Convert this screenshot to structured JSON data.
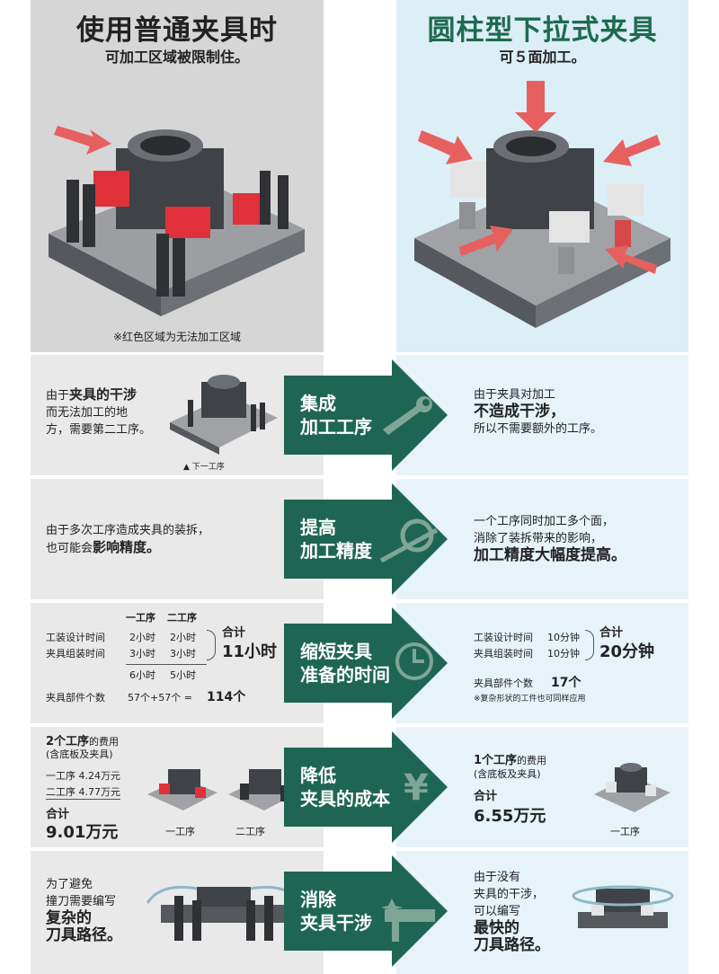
{
  "header": {
    "left_title": "使用普通夹具时",
    "left_subtitle": "可加工区域被限制住。",
    "right_title": "圆柱型下拉式夹具",
    "right_subtitle": "可５面加工。",
    "note": "※红色区域为无法加工区域"
  },
  "rows": [
    {
      "left": {
        "l1a": "由于",
        "l1b": "夹具的干涉",
        "l2": "而无法加工的地",
        "l3": "方，需要第二工序。",
        "caption": "▲ 下一工序"
      },
      "arrow": {
        "line1": "集成",
        "line2": "加工工序"
      },
      "right": {
        "l1": "由于夹具对加工",
        "l2": "不造成干涉，",
        "l3": "所以不需要额外的工序。"
      }
    },
    {
      "left": {
        "l1": "由于多次工序造成夹具的装拆，",
        "l2a": "也可能会",
        "l2b": "影响精度。"
      },
      "arrow": {
        "line1": "提高",
        "line2": "加工精度"
      },
      "right": {
        "l1": "一个工序同时加工多个面，",
        "l2": "消除了装拆带来的影响，",
        "l3": "加工精度大幅度提高。"
      }
    },
    {
      "left": {
        "h1": "一工序",
        "h2": "二工序",
        "r1": "工装设计时间",
        "r1a": "2小时",
        "r1b": "2小时",
        "r2": "夹具组装时间",
        "r2a": "3小时",
        "r2b": "3小时",
        "s1": "6小时",
        "s2": "5小时",
        "total_label": "合计",
        "total": "11小时",
        "parts_label": "夹具部件个数",
        "parts_expr": "57个+57个 =",
        "parts_total": "114个"
      },
      "arrow": {
        "line1": "缩短夹具",
        "line2": "准备的时间"
      },
      "right": {
        "r1": "工装设计时间",
        "r1v": "10分钟",
        "r2": "夹具组装时间",
        "r2v": "10分钟",
        "total_label": "合计",
        "total": "20分钟",
        "parts_label": "夹具部件个数",
        "parts": "17个",
        "note": "※复杂形状的工件也可同样应用"
      }
    },
    {
      "left": {
        "t1a": "2个工序",
        "t1b": "的费用",
        "t2": "(含底板及夹具)",
        "c1": "一工序  4.24万元",
        "c2": "二工序  4.77万元",
        "total_label": "合计",
        "total": "9.01万元",
        "cap1": "一工序",
        "cap2": "二工序"
      },
      "arrow": {
        "line1": "降低",
        "line2": "夹具的成本"
      },
      "right": {
        "t1a": "1个工序",
        "t1b": "的费用",
        "t2": "(含底板及夹具)",
        "total_label": "合计",
        "total": "6.55万元",
        "cap": "一工序"
      }
    },
    {
      "left": {
        "l1": "为了避免",
        "l2": "撞刀需要编写",
        "l3": "复杂的",
        "l4": "刀具路径。"
      },
      "arrow": {
        "line1": "消除",
        "line2": "夹具干涉"
      },
      "right": {
        "l1": "由于没有",
        "l2": "夹具的干涉，",
        "l3": "可以编写",
        "l4": "最快的",
        "l5": "刀具路径。"
      }
    }
  ],
  "colors": {
    "green": "#1e6653",
    "title_green": "#1e6b4f",
    "red": "#e0313a",
    "arrow_red": "#e66060"
  }
}
